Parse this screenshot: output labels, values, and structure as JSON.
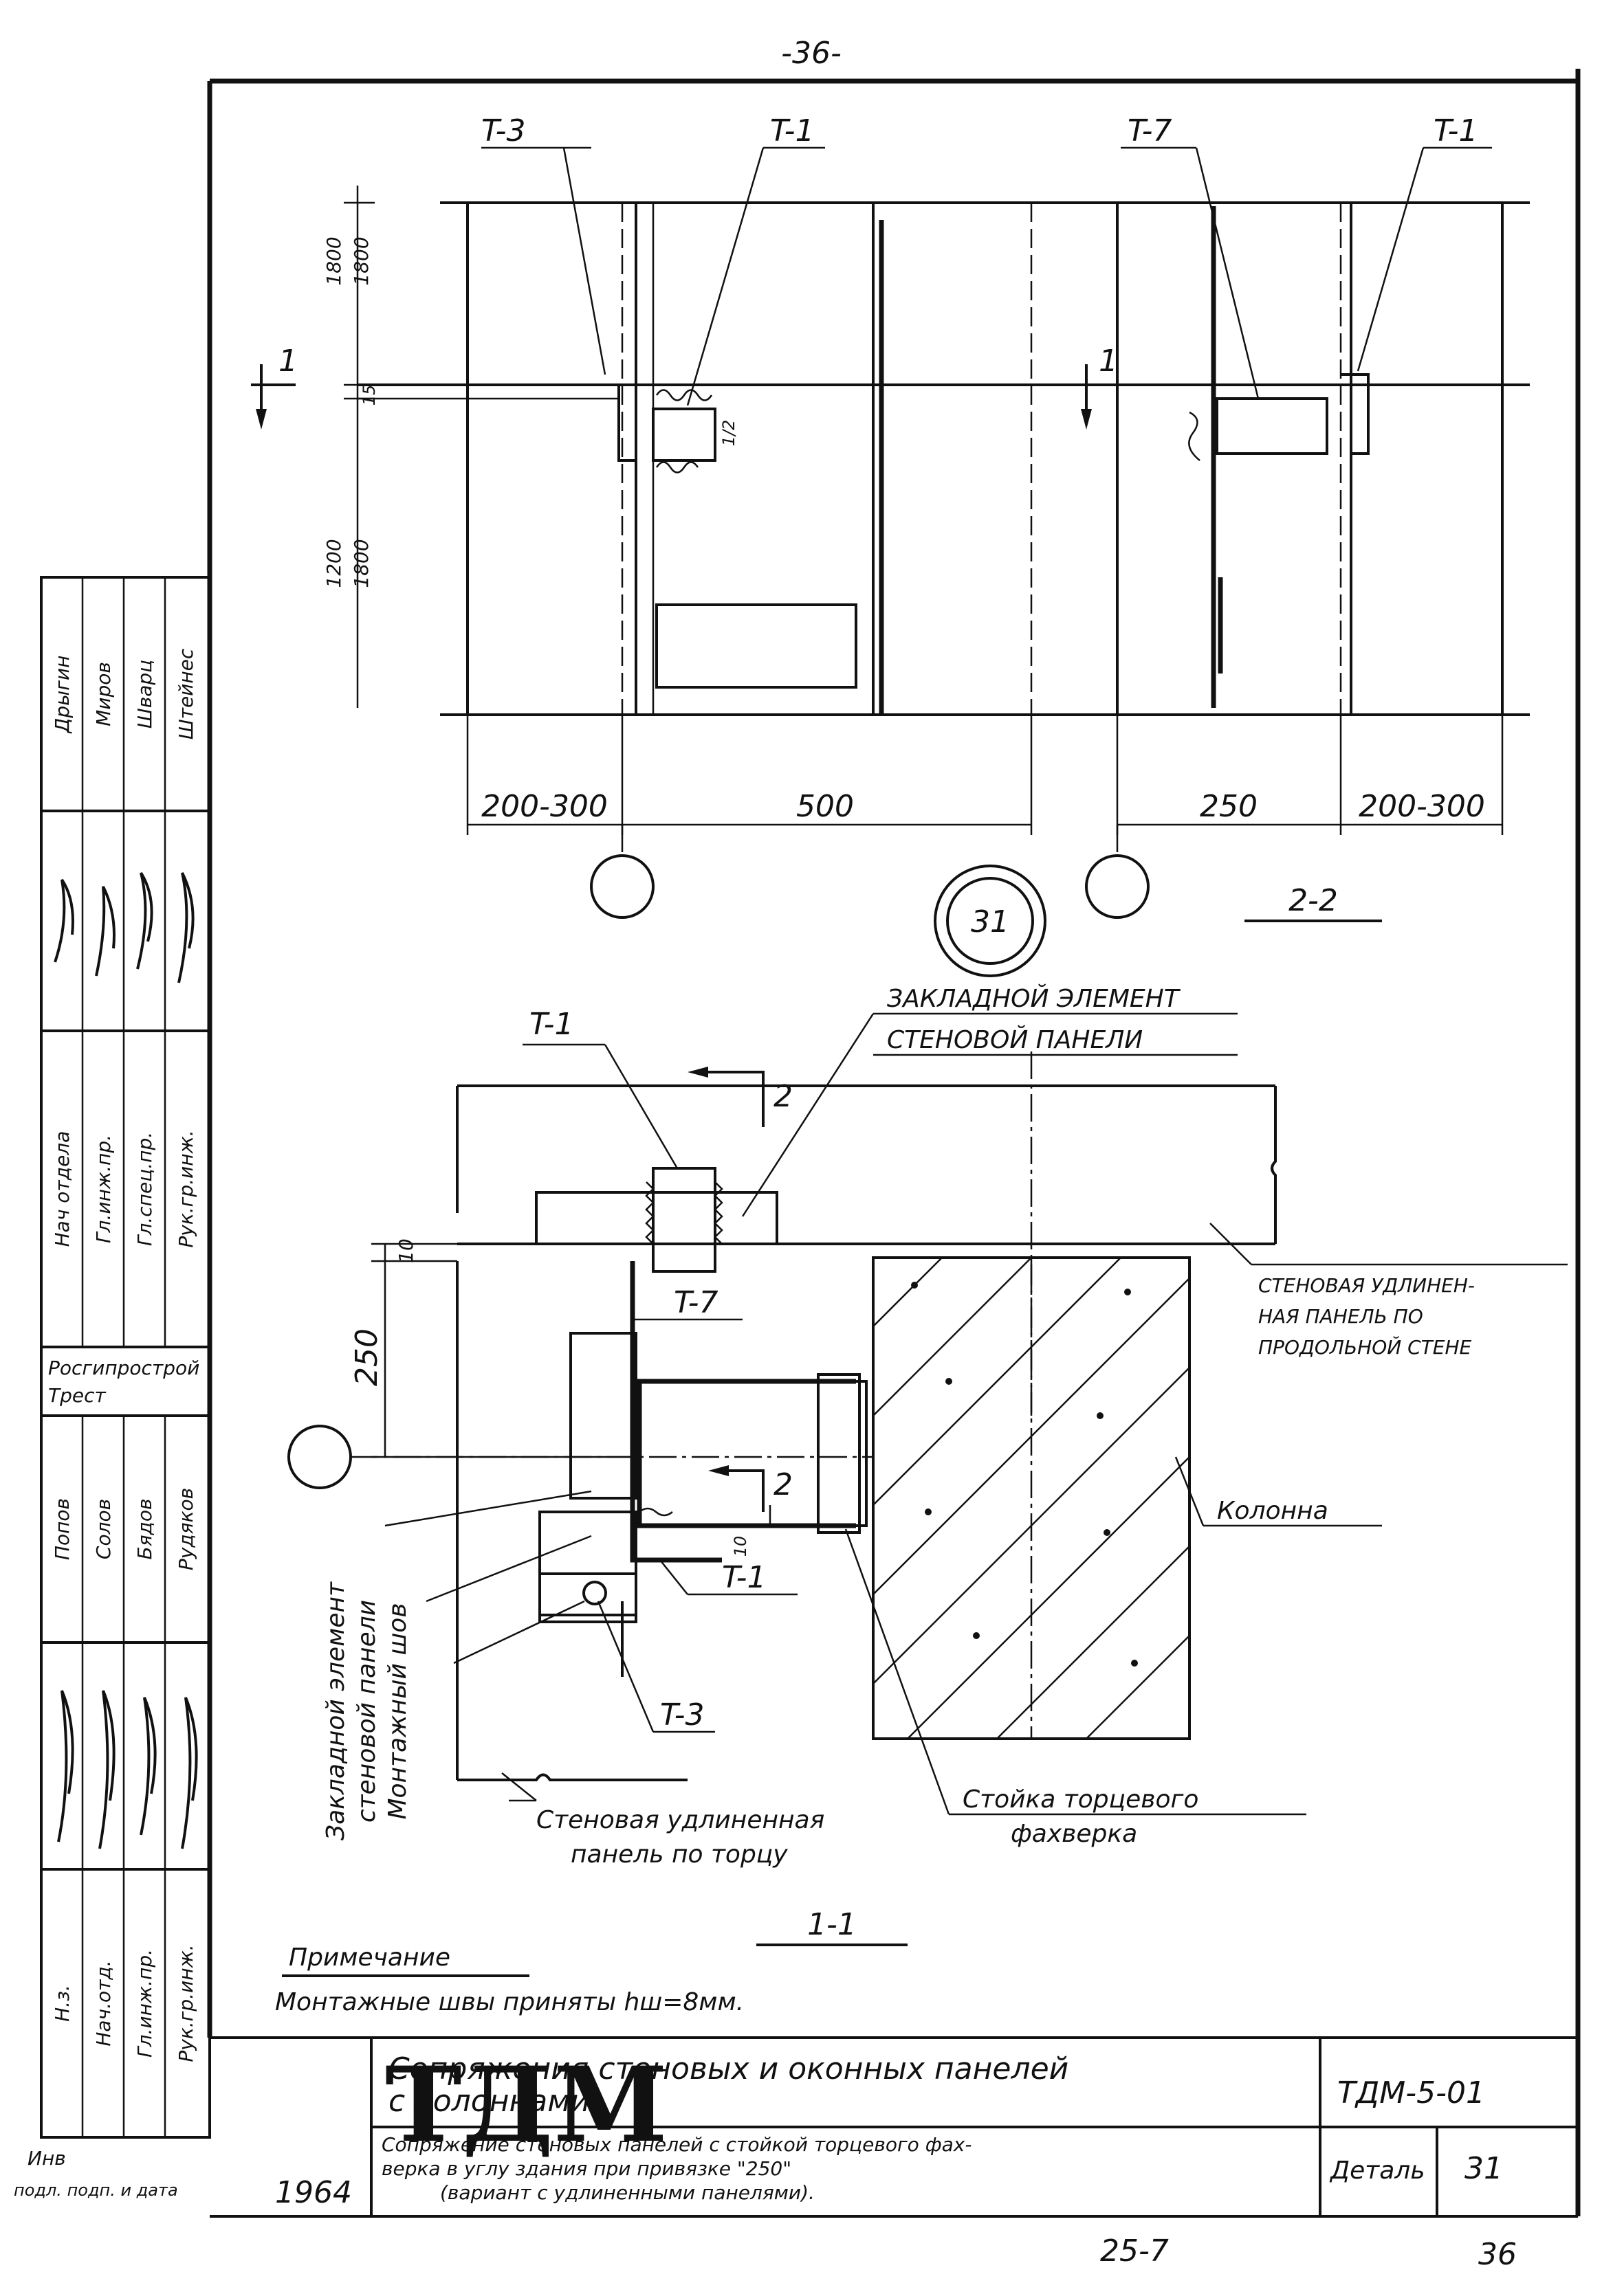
{
  "sheet": {
    "page_top": "-36-",
    "page_bottom_right": "36",
    "page_bottom_left": "25-7"
  },
  "section_2_2": {
    "label": "2-2",
    "marks": [
      "T-3",
      "T-1",
      "T-7",
      "T-1"
    ],
    "dim_top": "1800",
    "dim_top_alt": "1800",
    "dim_bottom": "1200",
    "dim_bottom_alt": "1800",
    "dim_gap": "15",
    "dim_seam": "1/2",
    "dims_horizontal": [
      "200-300",
      "500",
      "250",
      "200-300"
    ],
    "cut_marks": [
      "1",
      "1"
    ],
    "detail_circle": "31"
  },
  "section_1_1": {
    "label": "1-1",
    "mark_t1_top": "T-1",
    "mark_t7": "T-7",
    "mark_t1_bottom": "T-1",
    "mark_t3": "T-3",
    "cut_2_top": "2",
    "cut_2_mid": "2",
    "dim_10": "10",
    "dim_250": "250",
    "dim_seam": "10",
    "callout_embedded_top_1": "ЗАКЛАДНОЙ ЭЛЕМЕНТ",
    "callout_embedded_top_2": "СТЕНОВОЙ ПАНЕЛИ",
    "callout_long_panel_1": "СТЕНОВАЯ УДЛИНЕН-",
    "callout_long_panel_2": "НАЯ ПАНЕЛЬ ПО",
    "callout_long_panel_3": "ПРОДОЛЬНОЙ СТЕНЕ",
    "callout_column": "Колонна",
    "callout_post_1": "Стойка торцевого",
    "callout_post_2": "фахверка",
    "callout_end_panel_1": "Стеновая удлиненная",
    "callout_end_panel_2": "панель по торцу",
    "vert_label_1": "Закладной элемент",
    "vert_label_2": "стеновой панели",
    "vert_label_3": "Монтажный шов"
  },
  "note": {
    "title": "Примечание",
    "text": "Монтажные швы приняты hш=8мм."
  },
  "title_block": {
    "logo": "ТДМ",
    "year": "1964",
    "title_1": "Сопряжения стеновых и оконных панелей",
    "title_2": "с колоннами",
    "subtitle_1": "Сопряжение стеновых панелей с стойкой торцевого фах-",
    "subtitle_2": "верка в углу здания при привязке \"250\"",
    "subtitle_3": "(вариант с удлиненными панелями).",
    "code": "ТДМ-5-01",
    "detail_label": "Деталь",
    "detail_no": "31",
    "inv_label": "Инв",
    "inv_sub": "подл. подп. и дата"
  },
  "side_stamp": {
    "block1_titles": [
      "Нач отдела",
      "Гл.инж.пр.",
      "Гл.спец.пр.",
      "Рук.гр.инж."
    ],
    "block1_names": [
      "Дрыгин",
      "Миров",
      "Шварц",
      "Штейнес"
    ],
    "org": "Росгипрострой",
    "org_sub": "Трест",
    "block2_titles": [
      "Н.з.",
      "Нач.отд.",
      "Гл.инж.пр.",
      "Рук.гр.инж."
    ],
    "block2_names": [
      "Попов",
      "Солов",
      "Бядов",
      "Рудяков"
    ]
  }
}
